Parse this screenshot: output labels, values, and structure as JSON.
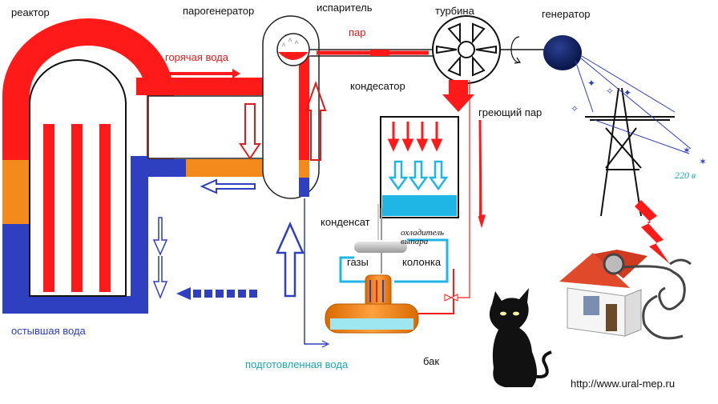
{
  "labels": {
    "reactor": "реактор",
    "steam_generator": "парогенератор",
    "evaporator": "испаритель",
    "turbine": "турбина",
    "generator": "генератор",
    "hot_water": "горячая вода",
    "steam": "пар",
    "condenser": "кондесатор",
    "heating_steam": "греющий пар",
    "condensate": "конденсат",
    "vapor_cooler": "охладитель выпара",
    "gases": "газы",
    "column": "колонка",
    "cooled_water": "остывшая вода",
    "prepared_water": "подготовленная вода",
    "tank": "бак",
    "voltage": "220 в",
    "url": "http://www.ural-mep.ru"
  },
  "colors": {
    "hot": "#ff1a1a",
    "cold": "#2e3fbf",
    "orange": "#f38a1b",
    "cyan": "#1fb6e6",
    "navy": "#0b1a4f"
  },
  "icons": [
    "cat-icon",
    "house-icon",
    "stethoscope-icon",
    "lightning-icon",
    "power-tower-icon"
  ]
}
